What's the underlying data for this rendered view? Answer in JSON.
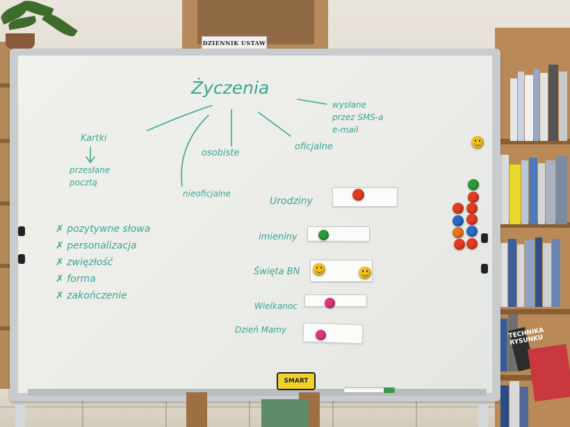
{
  "board": {
    "title": "Życzenia",
    "branch_sent": "wysłane\nprzez SMS-a\ne-mail",
    "branch_cards": "Kartki",
    "branch_post": "przesłane\npocztą",
    "branch_personal": "osobiste",
    "branch_official": "oficjalne",
    "branch_unofficial": "nieoficjalne",
    "features": [
      "pozytywne słowa",
      "personalizacja",
      "zwięzłość",
      "forma",
      "zakończenie"
    ],
    "occasions": [
      "Urodziny",
      "imieniny",
      "Święta BN",
      "Wielkanoc",
      "Dzień Mamy"
    ]
  },
  "background": {
    "book_label": "DZIENNIK USTAW",
    "eraser_label": "SMART",
    "book_spine": "TECHNIKA RYSUNKU"
  },
  "colors": {
    "marker": "#3aa596",
    "magnet_red": "#e23b22",
    "magnet_green": "#2e9a3a",
    "magnet_pink": "#e0357f",
    "magnet_blue": "#2a68c8",
    "magnet_yellow": "#f2c21b"
  }
}
